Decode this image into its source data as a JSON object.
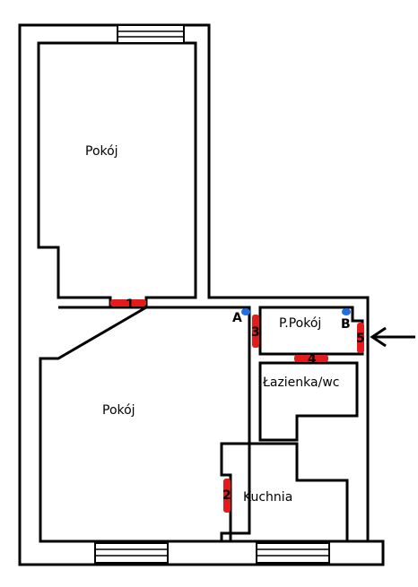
{
  "rooms": [
    {
      "label": "Pokój"
    },
    {
      "label": "Pokój"
    },
    {
      "label": "P.Pokój"
    },
    {
      "label": "Łazienka/wc"
    },
    {
      "label": "Kuchnia"
    }
  ],
  "doors": [
    {
      "label": "1"
    },
    {
      "label": "2"
    },
    {
      "label": "3"
    },
    {
      "label": "4"
    },
    {
      "label": "5"
    }
  ],
  "points": [
    {
      "label": "A"
    },
    {
      "label": "B"
    }
  ],
  "entrance_arrow": "arrow-left-icon",
  "colors": {
    "wall": "#000000",
    "background": "#ffffff",
    "door": "#e51b1b",
    "point": "#1f6fe0"
  }
}
